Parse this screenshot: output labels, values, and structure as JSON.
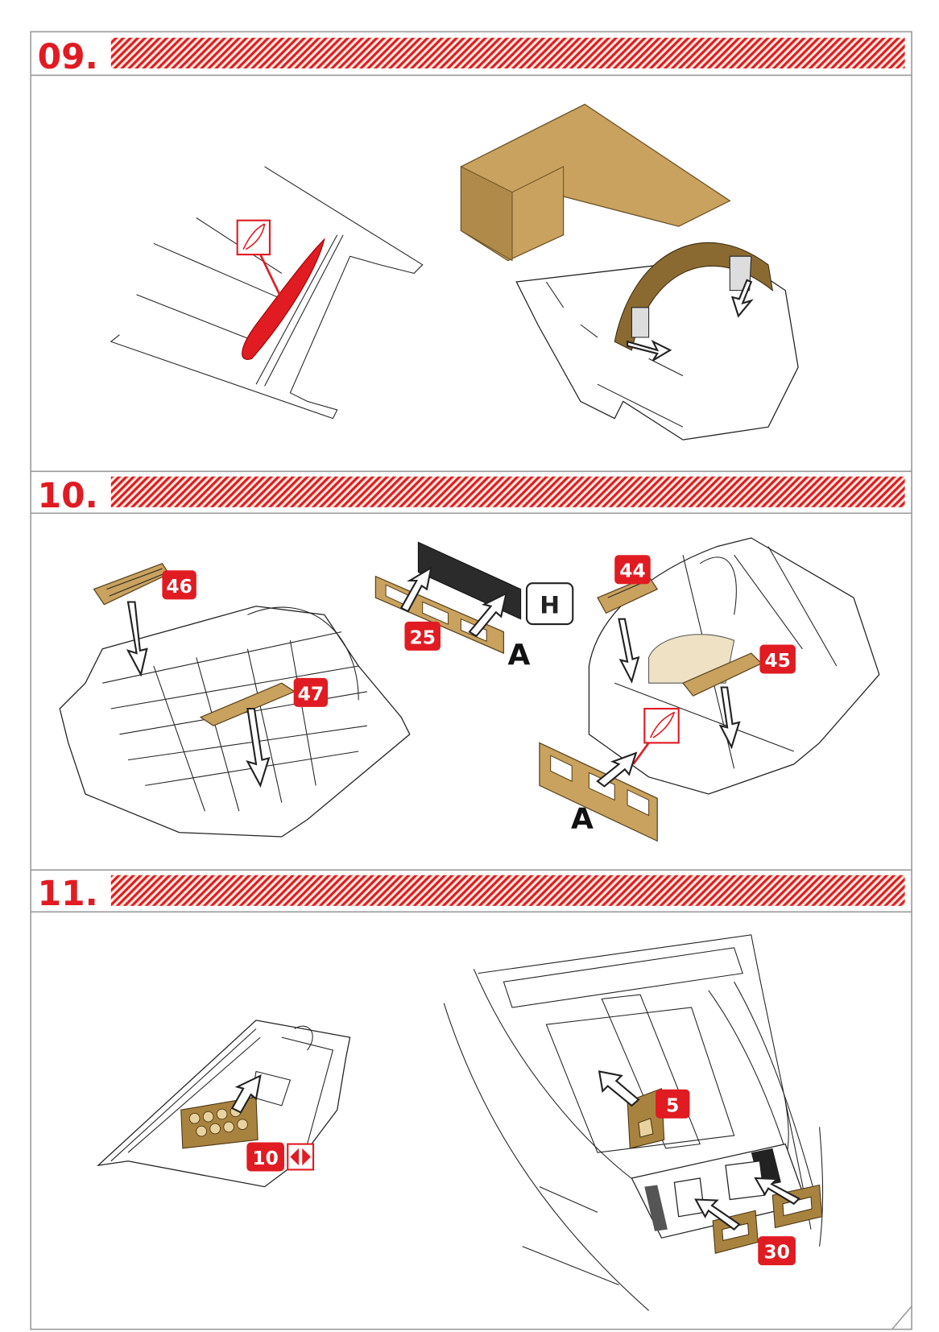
{
  "steps": [
    {
      "number": "09."
    },
    {
      "number": "10."
    },
    {
      "number": "11."
    }
  ],
  "parts": {
    "p46": "46",
    "p47": "47",
    "p25": "25",
    "p44": "44",
    "p45": "45",
    "p10": "10",
    "p5": "5",
    "p30": "30"
  },
  "labels": {
    "a1": "A",
    "a2": "A",
    "h": "H"
  },
  "colors": {
    "accent": "#e01b22",
    "part_brass": "#c9a25f",
    "resin": "#d9b878"
  }
}
